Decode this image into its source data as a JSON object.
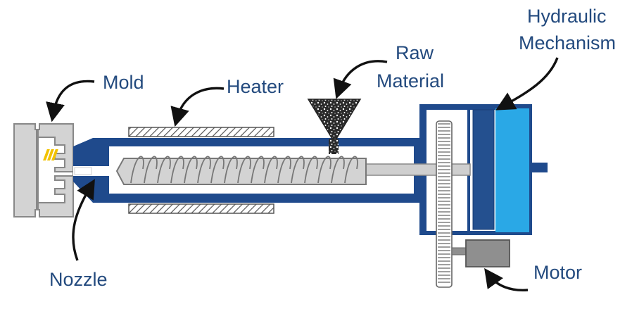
{
  "colors": {
    "navy": "#1f4a8c",
    "label": "#234a7e",
    "light_blue": "#2aa8e6",
    "dark_blue": "#24508f",
    "steel": "#cfcfcf",
    "stroke_grey": "#777777",
    "motor": "#8f8f8f",
    "accent_yellow": "#f2c200"
  },
  "labels": {
    "mold": "Mold",
    "heater": "Heater",
    "raw_material_line1": "Raw",
    "raw_material_line2": "Material",
    "hydraulic_line1": "Hydraulic",
    "hydraulic_line2": "Mechanism",
    "nozzle": "Nozzle",
    "motor": "Motor"
  }
}
